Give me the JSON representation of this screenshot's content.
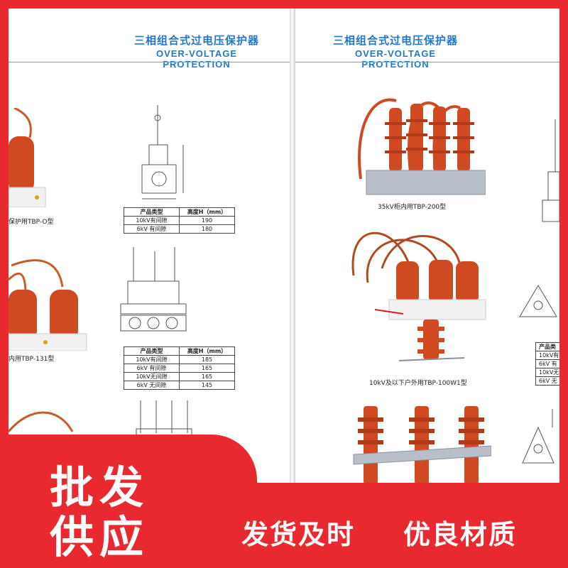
{
  "headers": [
    {
      "cn": "三相组合式过电压保护器",
      "en": "OVER-VOLTAGE PROTECTION"
    },
    {
      "cn": "三相组合式过电压保护器",
      "en": "OVER-VOLTAGE PROTECTION"
    }
  ],
  "captions": {
    "tbp_o": "保护用TBP-O型",
    "tbp_131": "内用TBP-131型",
    "tbp_200": "35kV柜内用TBP-200型",
    "tbp_100w1": "10kV及以下户外用TBP-100W1型"
  },
  "table_o": {
    "header": [
      "产品类型",
      "高度H（mm）"
    ],
    "rows": [
      [
        "10kV有间隙",
        "190"
      ],
      [
        "6kV 有间隙",
        "180"
      ]
    ]
  },
  "table_131": {
    "header": [
      "产品类型",
      "高度H（mm）"
    ],
    "rows": [
      [
        "10kV有间隙",
        "185"
      ],
      [
        "6kV 有间隙",
        "165"
      ],
      [
        "10kV无间隙",
        "165"
      ],
      [
        "6kV 无间隙",
        "145"
      ]
    ]
  },
  "table_right_partial": {
    "header": [
      "产品类"
    ],
    "rows": [
      [
        "10kV有"
      ],
      [
        "6kV 有"
      ],
      [
        "10kV无"
      ],
      [
        "6kV 无"
      ]
    ]
  },
  "banner": {
    "big_line1": "批发",
    "big_line2": "供应",
    "slogan_left": "发货及时",
    "slogan_right": "优良材质"
  },
  "colors": {
    "brand_red": "#e8292f",
    "header_blue": "#1f78c8",
    "insulator_orange": "#cf4a22"
  }
}
